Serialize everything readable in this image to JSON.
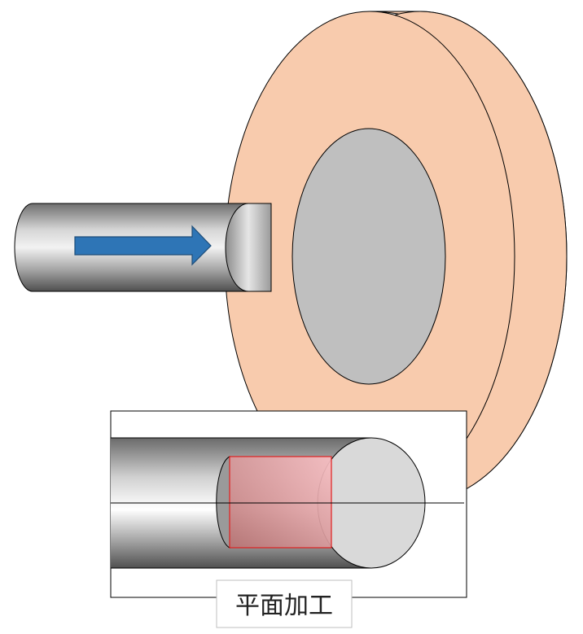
{
  "caption": "平面加工",
  "colors": {
    "wheel_face": "#F8CBAD",
    "wheel_hub": "#BFBFBF",
    "workpiece_light": "#F2F2F2",
    "workpiece_dark": "#595959",
    "workpiece_end": "#D9D9D9",
    "arrow": "#2E75B6",
    "arrow_outline": "#1F4E79",
    "machined_face_light": "#F8BFC3",
    "machined_face_dark": "#B87474",
    "machined_face_outline": "#E02020",
    "outline": "#000000"
  },
  "icons": {
    "grinding_wheel": "grinding-wheel",
    "workpiece": "cylindrical-workpiece",
    "feed_arrow": "right-arrow"
  }
}
